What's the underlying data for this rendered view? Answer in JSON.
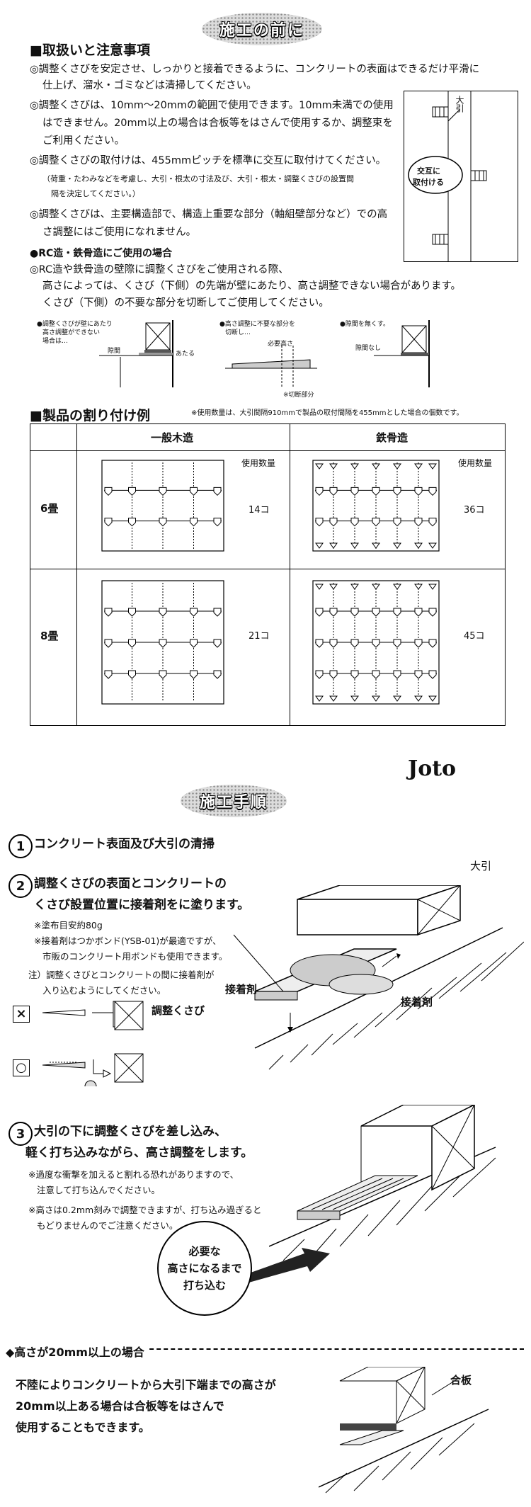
{
  "top_badge": "施工の前に",
  "section1": {
    "title": "■取扱いと注意事項",
    "items": [
      "◎調整くさびを安定させ、しっかりと接着できるように、コンクリートの表面はできるだけ平滑に",
      "仕上げ、溜水・ゴミなどは清掃してください。",
      "◎調整くさびは、10mm～20mmの範囲で使用できます。10mm未満での使用",
      "はできません。20mm以上の場合は合板等をはさんで使用するか、調整束を",
      "ご利用ください。",
      "◎調整くさびの取付けは、455mmピッチを標準に交互に取付けてください。",
      "（荷重・たわみなどを考慮し、大引・根太の寸法及び、大引・根太・調整くさびの設置間",
      "隔を決定してください。）",
      "◎調整くさびは、主要構造部で、構造上重要な部分（軸組壁部分など）での高",
      "さ調整にはご使用になれません。"
    ],
    "diagram_label_oobiki": "大引",
    "diagram_label_koui": "交互に",
    "diagram_label_koui2": "取付ける"
  },
  "rc": {
    "title": "●RC造・鉄骨造にご使用の場合",
    "lines": [
      "◎RC造や鉄骨造の壁際に調整くさびをご使用される際、",
      "高さによっては、くさび（下側）の先端が壁にあたり、高さ調整できない場合があります。",
      "くさび（下側）の不要な部分を切断してご使用してください。"
    ],
    "fig1_caption": [
      "●調整くさびが壁にあたり",
      "高さ調整ができない",
      "場合は…"
    ],
    "fig1_labels": [
      "隙間",
      "あたる"
    ],
    "fig2_caption": [
      "●高さ調整に不要な部分を",
      "切断し…"
    ],
    "fig2_labels": [
      "必要高さ",
      "※切断部分"
    ],
    "fig3_caption": [
      "●隙間を無くす。"
    ],
    "fig3_labels": [
      "隙間なし"
    ]
  },
  "section2": {
    "title": "■製品の割り付け例",
    "note": "※使用数量は、大引間隔910mmで製品の取付間隔を455mmとした場合の個数です。",
    "col_headers": [
      "一般木造",
      "鉄骨造"
    ],
    "usage_label": "使用数量",
    "rows": [
      {
        "label": "6畳",
        "wood": "14コ",
        "steel": "36コ"
      },
      {
        "label": "8畳",
        "wood": "21コ",
        "steel": "45コ"
      }
    ]
  },
  "logo": "Joto",
  "bottom_badge": "施工手順",
  "steps": {
    "s1": {
      "num": "1",
      "text": "コンクリート表面及び大引の清掃"
    },
    "s2": {
      "num": "2",
      "lines": [
        "調整くさびの表面とコンクリートの",
        "くさび設置位置に接着剤をに塗ります。"
      ],
      "notes": [
        "※塗布目安約80g",
        "※接着剤はつかボンド(YSB-01)が最適ですが、",
        "市販のコンクリート用ボンドも使用できます。",
        "注）調整くさびとコンクリートの間に接着剤が",
        "入り込むようにしてください。"
      ],
      "label_oobiki": "大引",
      "label_adhesive1": "接着剤",
      "label_adhesive2": "接着剤",
      "label_kusabi": "調整くさび",
      "mark_ng": "×",
      "mark_ok": "○"
    },
    "s3": {
      "num": "3",
      "lines": [
        "大引の下に調整くさびを差し込み、",
        "軽く打ち込みながら、高さ調整をします。"
      ],
      "notes": [
        "※過度な衝撃を加えると割れる恐れがありますので、",
        "注意して打ち込んでください。",
        "※高さは0.2mm刻みで調整できますが、打ち込み過ぎると",
        "もどりませんのでご注意ください。"
      ],
      "bubble": [
        "必要な",
        "高さになるまで",
        "打ち込む"
      ]
    }
  },
  "over20": {
    "title": "◆高さが20mm以上の場合",
    "lines": [
      "不陸によりコンクリートから大引下端までの高さが",
      "20mm以上ある場合は合板等をはさんで",
      "使用することもできます。"
    ],
    "label": "合板"
  }
}
